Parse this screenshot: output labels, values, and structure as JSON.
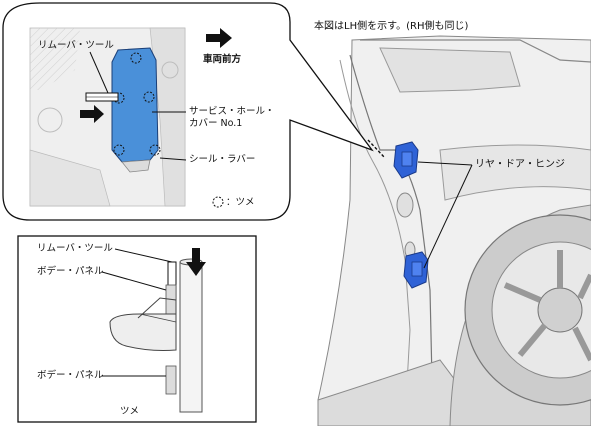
{
  "note": "本図はLH側を示す。(RH側も同じ)",
  "detail_top": {
    "remover_tool": "リムーバ・ツール",
    "front_label": "車両前方",
    "service_hole_cover_line1": "サービス・ホール・",
    "service_hole_cover_line2": "カバー No.1",
    "seal_rubber": "シール・ラバー",
    "tab_legend": "：ツメ"
  },
  "detail_bottom": {
    "remover_tool": "リムーバ・ツール",
    "body_panel_upper": "ボデー・パネル",
    "body_panel_lower": "ボデー・パネル",
    "tab": "ツメ"
  },
  "main": {
    "rear_door_hinge": "リヤ・ドア・ヒンジ"
  },
  "colors": {
    "cover_blue": "#4a90d9",
    "hinge_blue": "#2f62d6",
    "outline": "#111111",
    "panel_gray": "#e9e9e9"
  }
}
